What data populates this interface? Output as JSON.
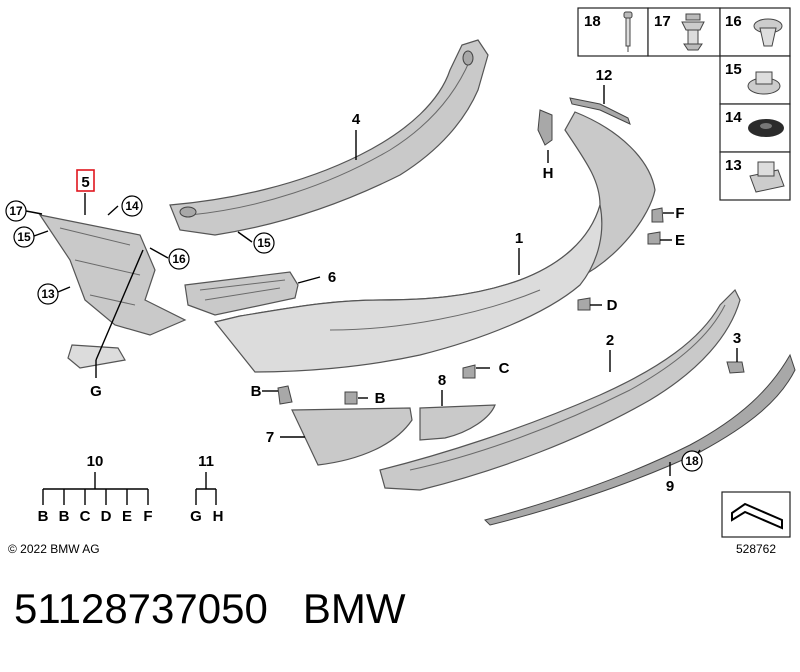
{
  "copyright": "© 2022 BMW AG",
  "diagram_id": "528762",
  "footer": {
    "part_number": "51128737050",
    "brand": "BMW"
  },
  "highlighted_label": "5",
  "callouts": {
    "c1": "1",
    "c2": "2",
    "c3": "3",
    "c4": "4",
    "c6": "6",
    "c7": "7",
    "c8": "8",
    "c9": "9",
    "c12": "12",
    "cG": "G",
    "cH": "H",
    "cF": "F",
    "cE": "E",
    "cD": "D",
    "cC": "C",
    "cB1": "B",
    "cB2": "B"
  },
  "circled": {
    "c17": "17",
    "c15a": "15",
    "c14": "14",
    "c16": "16",
    "c13": "13",
    "c15b": "15",
    "c18": "18"
  },
  "group10": {
    "label": "10",
    "children": [
      "B",
      "B",
      "C",
      "D",
      "E",
      "F"
    ]
  },
  "group11": {
    "label": "11",
    "children": [
      "G",
      "H"
    ]
  },
  "fastener_table": {
    "top_row": [
      "18",
      "17",
      "16"
    ],
    "side_column": [
      "15",
      "14",
      "13"
    ]
  }
}
